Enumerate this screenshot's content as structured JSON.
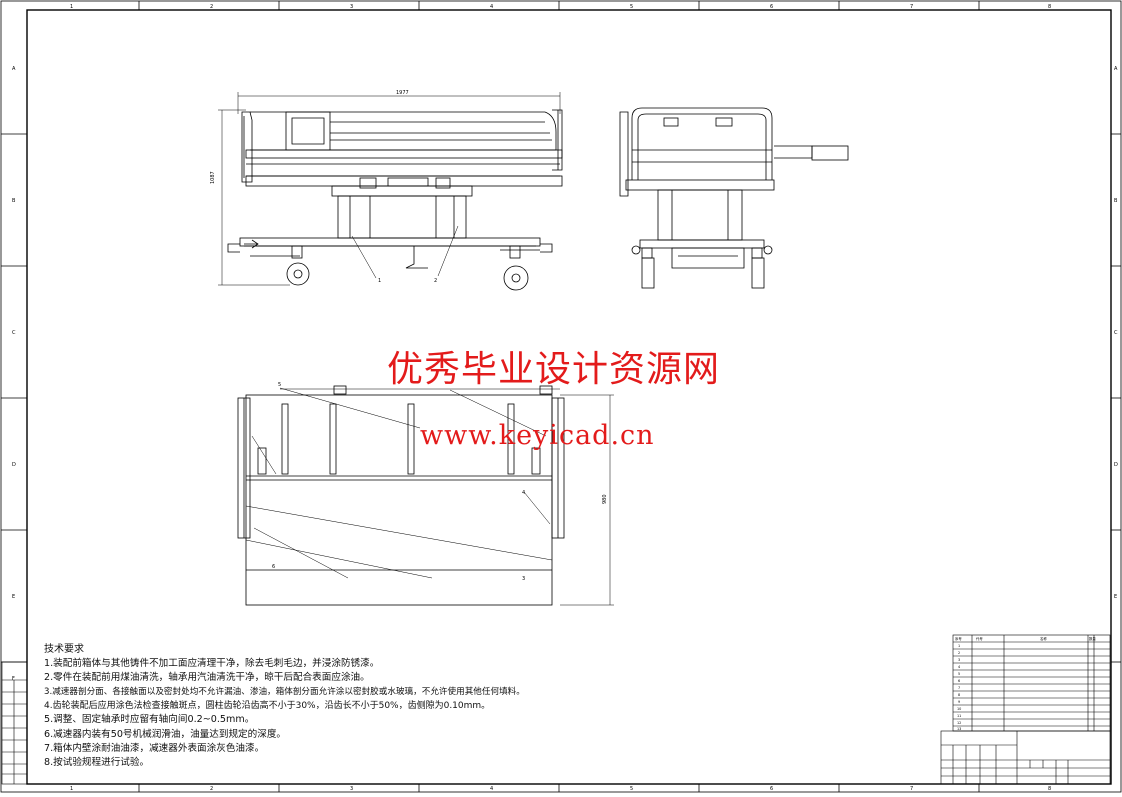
{
  "border": {
    "top_numbers": [
      "1",
      "2",
      "3",
      "4",
      "5",
      "6",
      "7",
      "8"
    ],
    "bottom_numbers": [
      "1",
      "2",
      "3",
      "4",
      "5",
      "6",
      "7",
      "8"
    ],
    "side_letters": [
      "A",
      "B",
      "C",
      "D",
      "E",
      "F"
    ]
  },
  "watermark": {
    "title": "优秀毕业设计资源网",
    "url": "www.keyicad.cn"
  },
  "technical_notes": {
    "title": "技术要求",
    "items": [
      "1.装配前箱体与其他铸件不加工面应清理干净，除去毛刺毛边，并浸涂防锈漆。",
      "2.零件在装配前用煤油清洗，轴承用汽油清洗干净，晾干后配合表面应涂油。",
      "3.减速器剖分面、各接触面以及密封处均不允许漏油、渗油，箱体剖分面允许涂以密封胶或水玻璃，不允许使用其他任何填料。",
      "4.齿轮装配后应用涂色法检查接触斑点，圆柱齿轮沿齿高不小于30%，沿齿长不小于50%，齿侧隙为0.10mm。",
      "5.调整、固定轴承时应留有轴向间0.2~0.5mm。",
      "6.减速器内装有50号机械润滑油，油量达到规定的深度。",
      "7.箱体内壁涂耐油油漆，减速器外表面涂灰色油漆。",
      "8.按试验规程进行试验。"
    ]
  },
  "dimensions": {
    "front_width": "1977",
    "front_height": "1087",
    "top_height": "980"
  },
  "leader_labels": [
    "1",
    "2",
    "3",
    "4",
    "5",
    "6"
  ],
  "parts_list": {
    "header": [
      "序号",
      "代号",
      "名称",
      "数量"
    ],
    "rows": [
      "1",
      "2",
      "3",
      "4",
      "5",
      "6",
      "7",
      "8",
      "9",
      "10",
      "11",
      "12",
      "13"
    ]
  }
}
